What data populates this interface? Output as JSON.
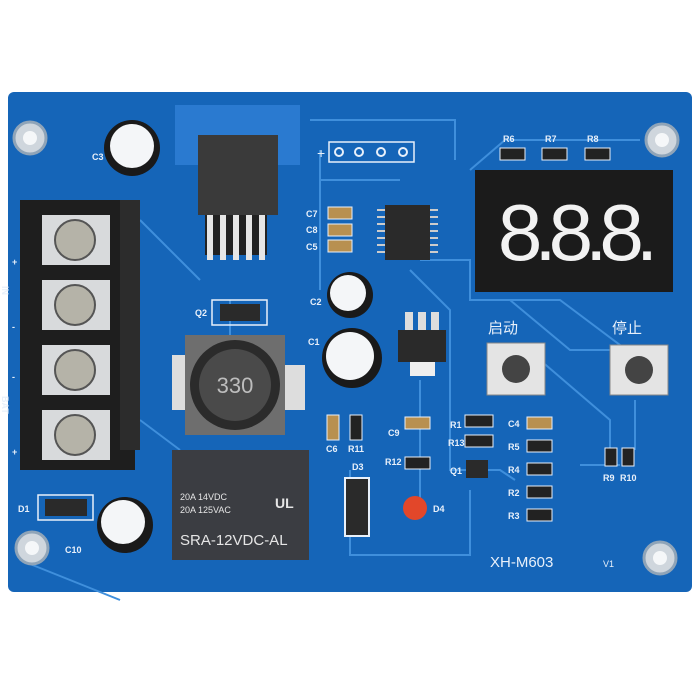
{
  "board": {
    "model": "XH-M603",
    "version": "V1",
    "colors": {
      "pcb": "#1565b8",
      "trace": "#3f8fdc",
      "silkscreen": "#e8f0fa",
      "display_segments": "#f2f2f2",
      "led": "#e2472a"
    },
    "terminal_labels": {
      "in": "IN",
      "bat": "BAT",
      "plus1": "+",
      "minus1": "-",
      "plus2": "+",
      "minus2": "-"
    },
    "inductor_marking": "330",
    "relay": {
      "rating1": "20A 14VDC",
      "rating2": "20A 125VAC",
      "model": "SRA-12VDC-AL",
      "cert": "UL"
    },
    "display": {
      "reading": "8.8.8."
    },
    "buttons": {
      "start": "启动",
      "stop": "停止"
    },
    "header_plus": "+",
    "designators": {
      "c3": "C3",
      "c7": "C7",
      "c8": "C8",
      "c5": "C5",
      "c2": "C2",
      "c1": "C1",
      "c6": "C6",
      "c9": "C9",
      "q2": "Q2",
      "d1": "D1",
      "c10": "C10",
      "d3": "D3",
      "d4": "D4",
      "q1": "Q1",
      "r1": "R1",
      "r13": "R13",
      "r12": "R12",
      "r11": "R11",
      "c4": "C4",
      "r5": "R5",
      "r4": "R4",
      "r2": "R2",
      "r3": "R3",
      "r6": "R6",
      "r7": "R7",
      "r8": "R8",
      "r9": "R9",
      "r10": "R10"
    }
  }
}
